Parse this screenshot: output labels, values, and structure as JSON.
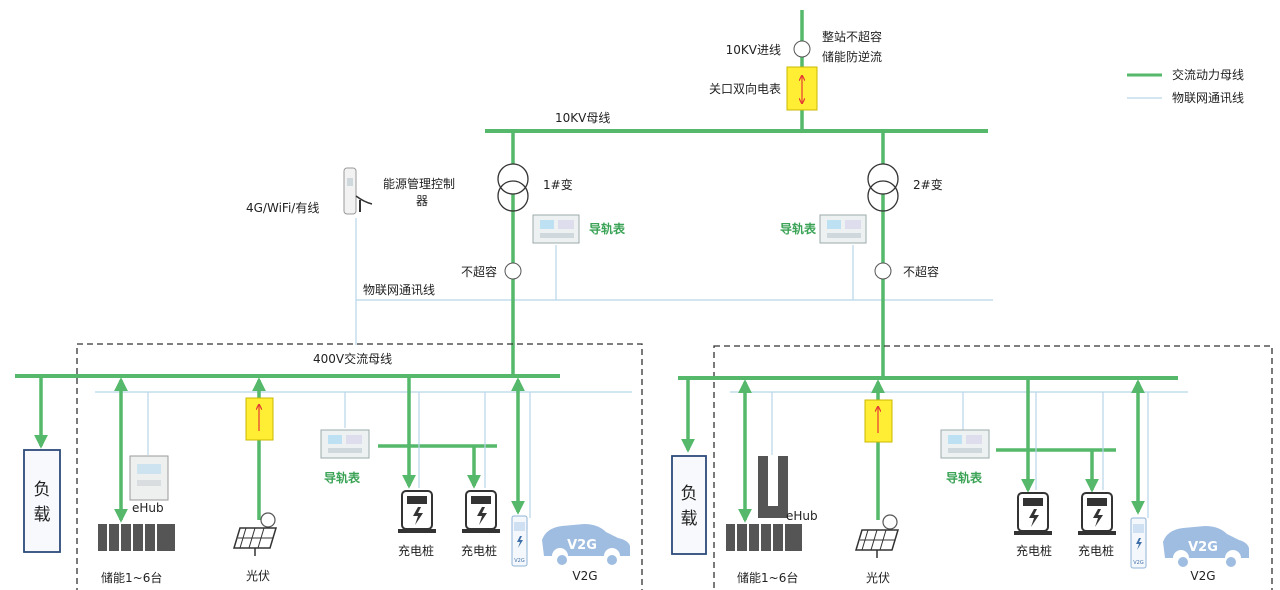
{
  "top": {
    "feed_label": "10KV进线",
    "note_line1": "整站不超容",
    "note_line2": "储能防逆流",
    "gateway_meter": "关口双向电表",
    "bus_10kv": "10KV母线"
  },
  "legend": {
    "ac_bus": "交流动力母线",
    "iot_line": "物联网通讯线"
  },
  "controller": {
    "label_line1": "能源管理控制",
    "label_line2": "器",
    "comm_label": "4G/WiFi/有线",
    "iot_label": "物联网通讯线"
  },
  "transformers": [
    {
      "label": "1#变",
      "meter_label": "导轨表",
      "limit_label": "不超容"
    },
    {
      "label": "2#变",
      "meter_label": "导轨表",
      "limit_label": "不超容"
    }
  ],
  "bus_400v": "400V交流母线",
  "sections": [
    {
      "load_label": "负\n载",
      "ehub_label": "eHub",
      "storage_label": "储能1~6台",
      "pv_label": "光伏",
      "meter_label": "导轨表",
      "charger1_label": "充电桩",
      "charger2_label": "充电桩",
      "v2g_label": "V2G",
      "car_text": "V2G",
      "pile_text": "V2G"
    },
    {
      "load_label": "负\n载",
      "ehub_label": "eHub",
      "storage_label": "储能1~6台",
      "pv_label": "光伏",
      "meter_label": "导轨表",
      "charger1_label": "充电桩",
      "charger2_label": "充电桩",
      "v2g_label": "V2G",
      "car_text": "V2G",
      "pile_text": "V2G"
    }
  ],
  "colors": {
    "power": "#55b86a",
    "comm": "#b7d6ea",
    "meter_box": "#ffee33",
    "arrow_red": "#e53935",
    "load_box": "#2c4a7a"
  }
}
